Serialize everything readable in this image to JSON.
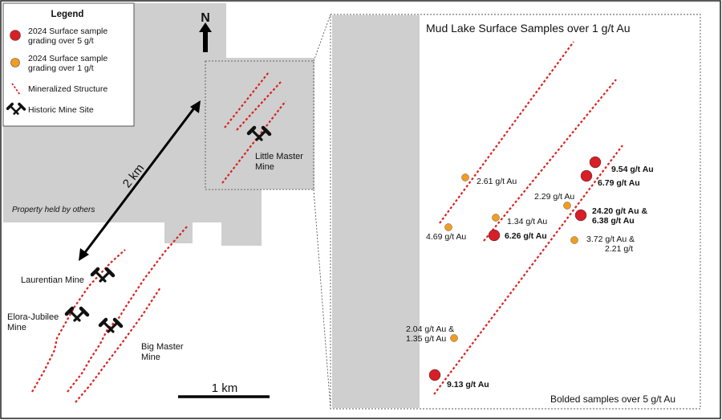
{
  "legend": {
    "title": "Legend",
    "items": [
      {
        "icon": "red-circle-icon",
        "color": "#d81e27",
        "label_lines": [
          "2024 Surface sample",
          "grading over 5 g/t"
        ]
      },
      {
        "icon": "orange-circle-icon",
        "color": "#f39c1e",
        "label_lines": [
          "2024 Surface sample",
          "grading over 1 g/t"
        ]
      },
      {
        "icon": "dashed-line-icon",
        "color": "#d9231f",
        "label_lines": [
          "Mineralized Structure"
        ]
      },
      {
        "icon": "mine-hammers-icon",
        "color": "#111111",
        "label_lines": [
          "Historic Mine Site"
        ]
      }
    ]
  },
  "overview": {
    "north_label": "N",
    "distance_label": "2 km",
    "property_label": "Property held by others",
    "mines": [
      {
        "name_lines": [
          "Laurentian Mine"
        ]
      },
      {
        "name_lines": [
          "Elora-Jubilee",
          "Mine"
        ]
      },
      {
        "name_lines": [
          "Big Master",
          "Mine"
        ]
      },
      {
        "name_lines": [
          "Little Master",
          "Mine"
        ]
      }
    ],
    "scale_label": "1 km"
  },
  "inset": {
    "title": "Mud Lake Surface Samples over 1 g/t Au",
    "footnote": "Bolded samples over 5 g/t Au",
    "samples": [
      {
        "grade": "high",
        "label_lines": [
          "9.54 g/t Au"
        ]
      },
      {
        "grade": "high",
        "label_lines": [
          "6.79 g/t Au"
        ]
      },
      {
        "grade": "high",
        "label_lines": [
          "24.20 g/t Au &",
          "6.38 g/t Au"
        ]
      },
      {
        "grade": "high",
        "label_lines": [
          "6.26 g/t Au"
        ]
      },
      {
        "grade": "high",
        "label_lines": [
          "9.13 g/t Au"
        ]
      },
      {
        "grade": "low",
        "label_lines": [
          "2.61 g/t Au"
        ]
      },
      {
        "grade": "low",
        "label_lines": [
          "1.34 g/t Au"
        ]
      },
      {
        "grade": "low",
        "label_lines": [
          "4.69 g/t Au"
        ]
      },
      {
        "grade": "low",
        "label_lines": [
          "2.29 g/t Au"
        ]
      },
      {
        "grade": "low",
        "label_lines": [
          "3.72 g/t Au &",
          "2.21 g/t"
        ]
      },
      {
        "grade": "low",
        "label_lines": [
          "2.04 g/t Au &",
          "1.35 g/t Au"
        ]
      }
    ]
  },
  "colors": {
    "land_gray": "#cfcfcf",
    "structure_red": "#d9231f",
    "high_grade_red": "#d81e27",
    "low_grade_orange": "#f39c1e"
  }
}
